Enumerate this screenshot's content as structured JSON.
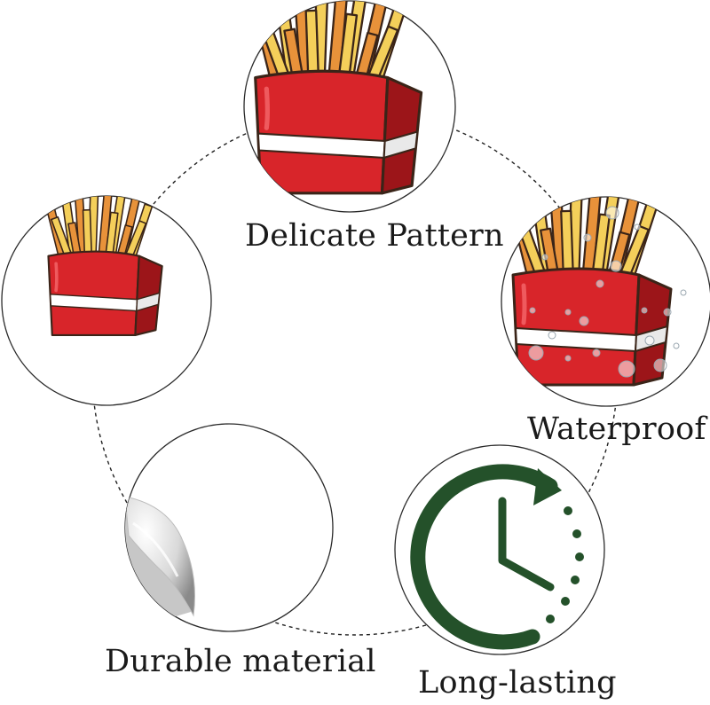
{
  "features": {
    "delicate_pattern": "Delicate Pattern",
    "waterproof": "Waterproof",
    "durable_material": "Durable material",
    "long_lasting": "Long-lasting"
  },
  "icons": {
    "sticker_main": "french-fries-icon",
    "sticker_pattern": "french-fries-icon",
    "sticker_waterproof": "french-fries-icon",
    "sticker_backing": "peeling-sticker-icon",
    "long_lasting": "clock-icon"
  },
  "colors": {
    "fries_box_red": "#d8252a",
    "fries_box_dark": "#9c1519",
    "fry_yellow": "#f4cf5a",
    "fry_orange": "#e8923a",
    "outline": "#3a2418",
    "clock_green": "#24512a",
    "circle_border": "#2a2a2a",
    "dashed_ring": "#222222"
  }
}
